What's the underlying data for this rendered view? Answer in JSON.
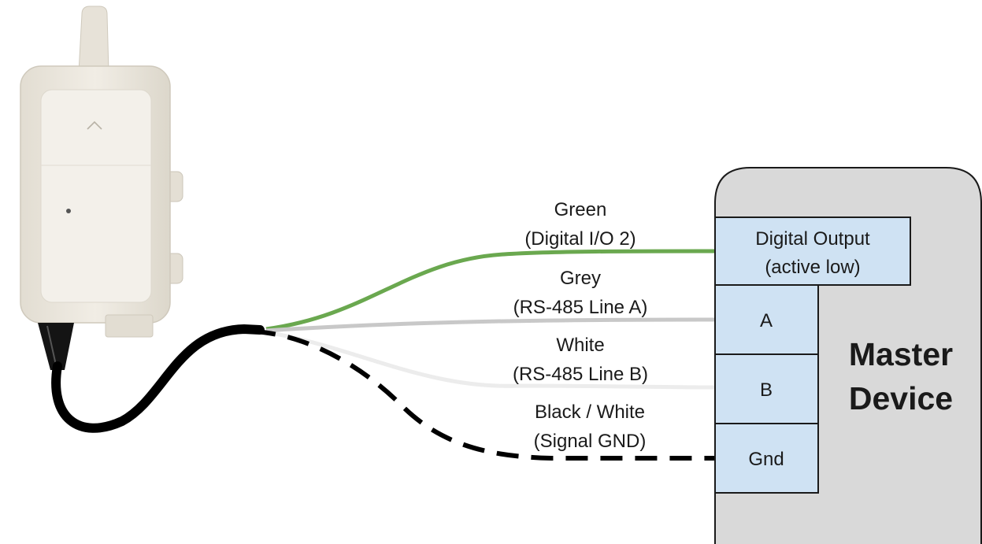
{
  "colors": {
    "green_wire": "#6aa84f",
    "grey_wire": "#c8c8c8",
    "white_wire": "#ececec",
    "black_cable": "#000000",
    "device_fill": "#d9d9d9",
    "terminal_fill": "#cfe2f3",
    "outline": "#1a1a1a",
    "enclosure": "#eeeae2"
  },
  "wires": [
    {
      "id": "green",
      "line1": "Green",
      "line2": "(Digital I/O 2)",
      "style": "solid",
      "color_key": "green_wire"
    },
    {
      "id": "grey",
      "line1": "Grey",
      "line2": "(RS-485 Line A)",
      "style": "solid",
      "color_key": "grey_wire"
    },
    {
      "id": "white",
      "line1": "White",
      "line2": "(RS-485 Line B)",
      "style": "solid",
      "color_key": "white_wire"
    },
    {
      "id": "black-white",
      "line1": "Black / White",
      "line2": "(Signal GND)",
      "style": "dashed",
      "color_key": "black_cable"
    }
  ],
  "master_device": {
    "title_line1": "Master",
    "title_line2": "Device",
    "terminals": {
      "digital_line1": "Digital Output",
      "digital_line2": "(active low)",
      "a": "A",
      "b": "B",
      "gnd": "Gnd"
    }
  },
  "sensor": {
    "icon": "sensor-enclosure",
    "arrow_icon": "chevron-up-icon"
  }
}
